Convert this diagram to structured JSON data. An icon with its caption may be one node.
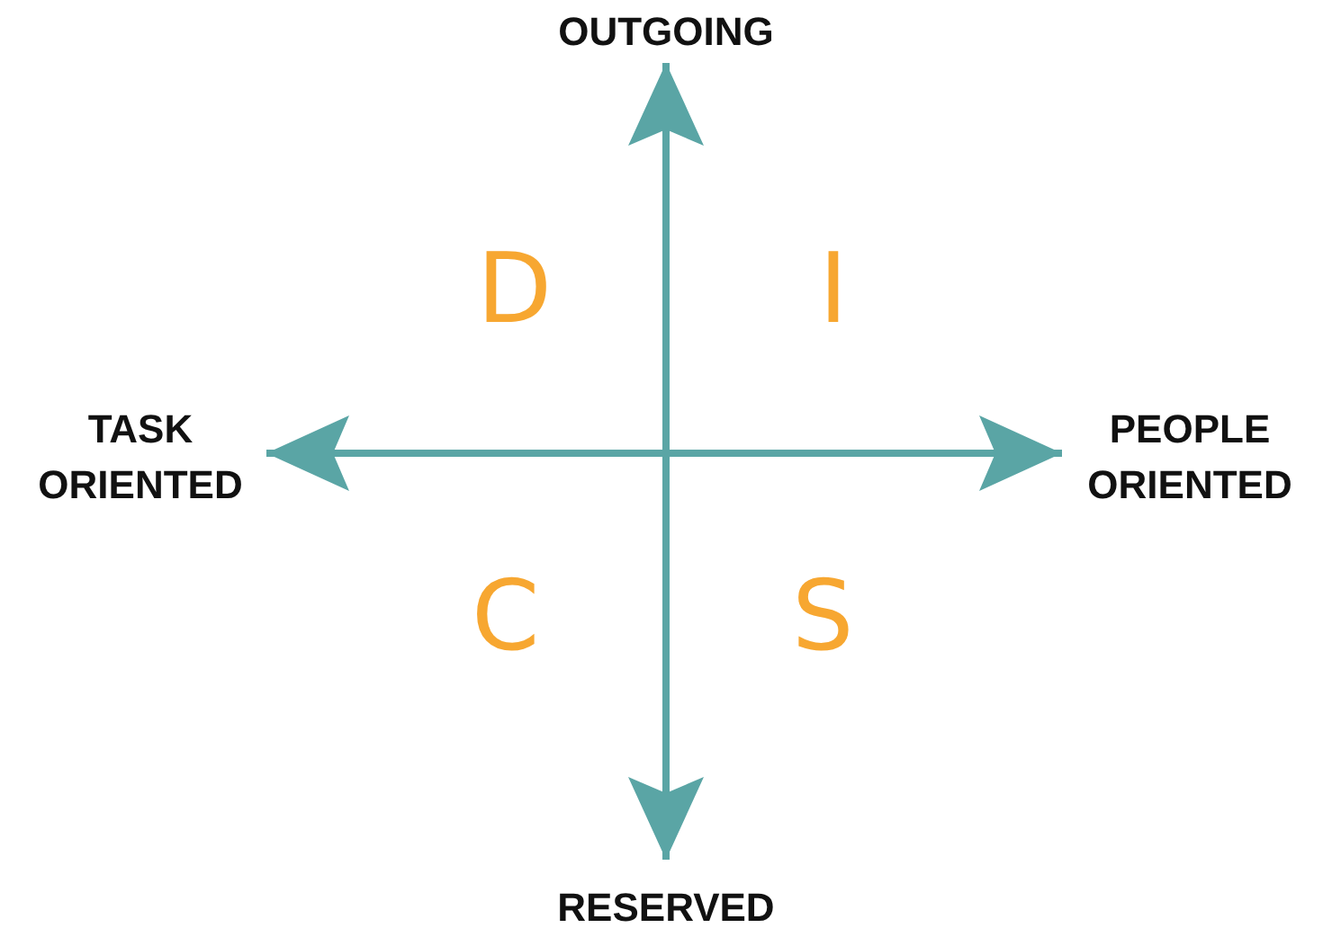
{
  "diagram": {
    "nodes": [
      {
        "text": [
          "OUTGOING"
        ]
      },
      {
        "text": [
          "RESERVED"
        ]
      },
      {
        "text": [
          "TASK ORIENTED"
        ]
      },
      {
        "text": [
          "PEOPLE ORIENTED"
        ]
      }
    ],
    "edges": [
      {
        "from": 0,
        "to": 1,
        "arrow": "both"
      },
      {
        "from": 2,
        "to": 3,
        "arrow": "both"
      }
    ],
    "labels": [
      "D",
      "I",
      "C",
      "S"
    ]
  }
}
